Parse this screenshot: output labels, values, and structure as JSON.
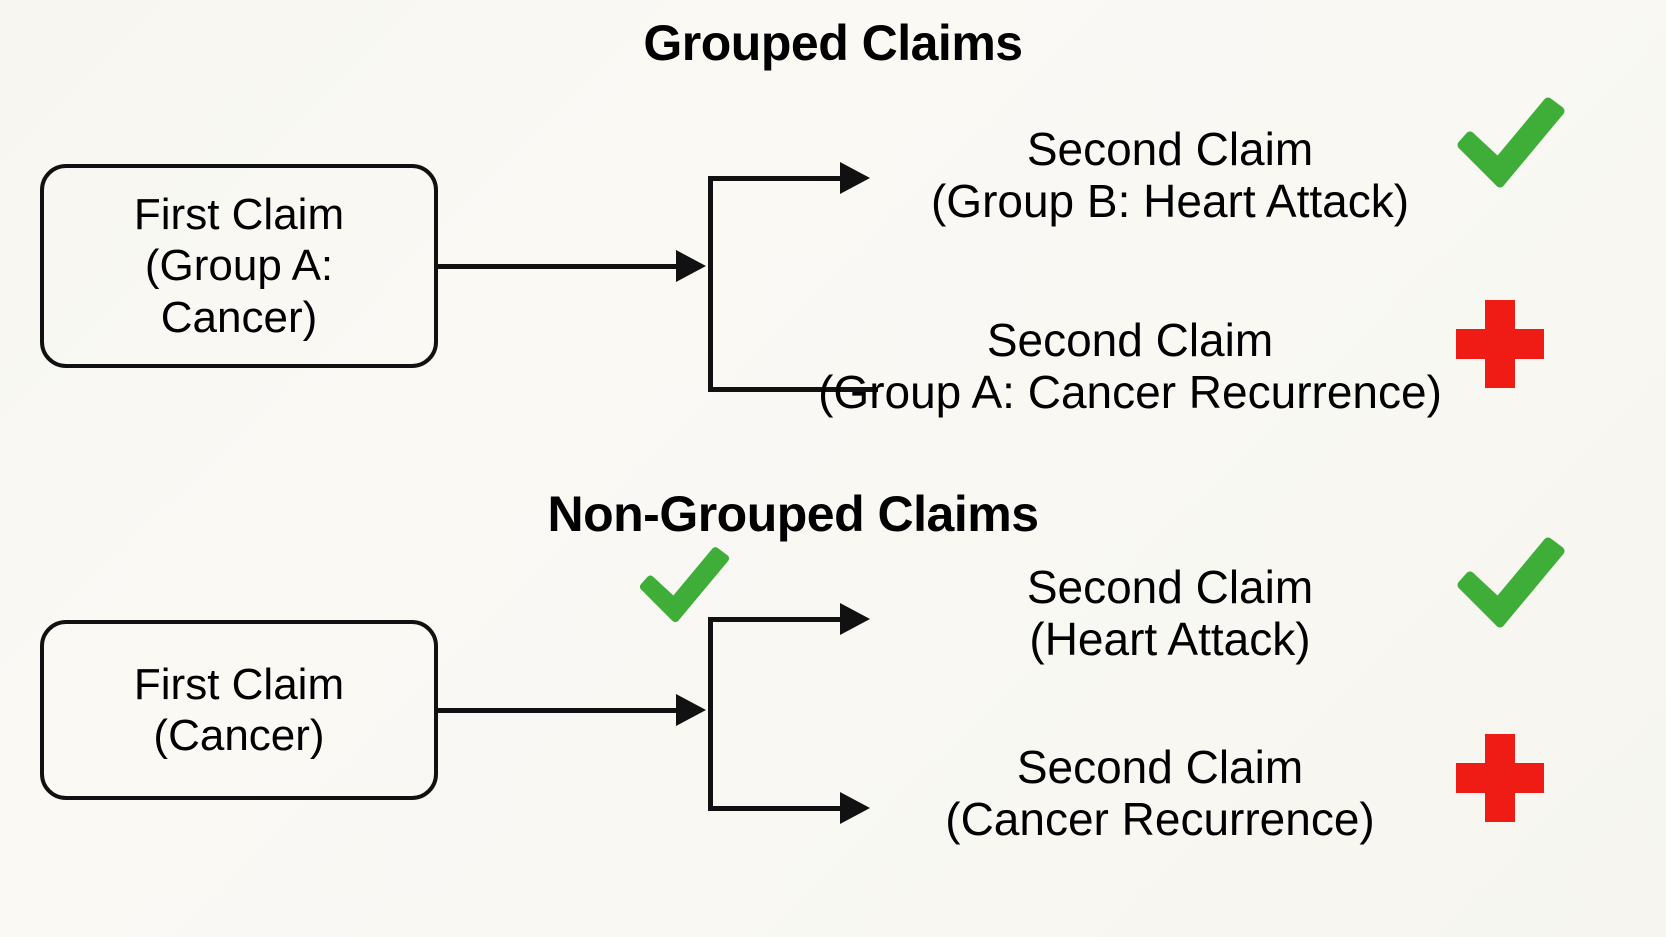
{
  "diagram": {
    "sections": [
      {
        "title": "Grouped Claims",
        "source": {
          "line1": "First Claim",
          "line2": "(Group A:",
          "line3": "Cancer)"
        },
        "branches": [
          {
            "line1": "Second Claim",
            "line2": "(Group B: Heart Attack)",
            "icon": "green-check-icon",
            "verdict": "valid"
          },
          {
            "line1": "Second Claim",
            "line2": "(Group A: Cancer Recurrence)",
            "icon": "red-cross-icon",
            "verdict": "invalid"
          }
        ],
        "junction_icon": null
      },
      {
        "title": "Non-Grouped Claims",
        "source": {
          "line1": "First Claim",
          "line2": "(Cancer)",
          "line3": ""
        },
        "branches": [
          {
            "line1": "Second Claim",
            "line2": "(Heart Attack)",
            "icon": "green-check-icon",
            "verdict": "valid"
          },
          {
            "line1": "Second Claim",
            "line2": "(Cancer Recurrence)",
            "icon": "red-cross-icon",
            "verdict": "invalid"
          }
        ],
        "junction_icon": "green-check-icon"
      }
    ]
  },
  "colors": {
    "check_green": "#3FAE38",
    "cross_red": "#EE1C15",
    "stroke_black": "#111111",
    "background": "#f8f7f1"
  }
}
